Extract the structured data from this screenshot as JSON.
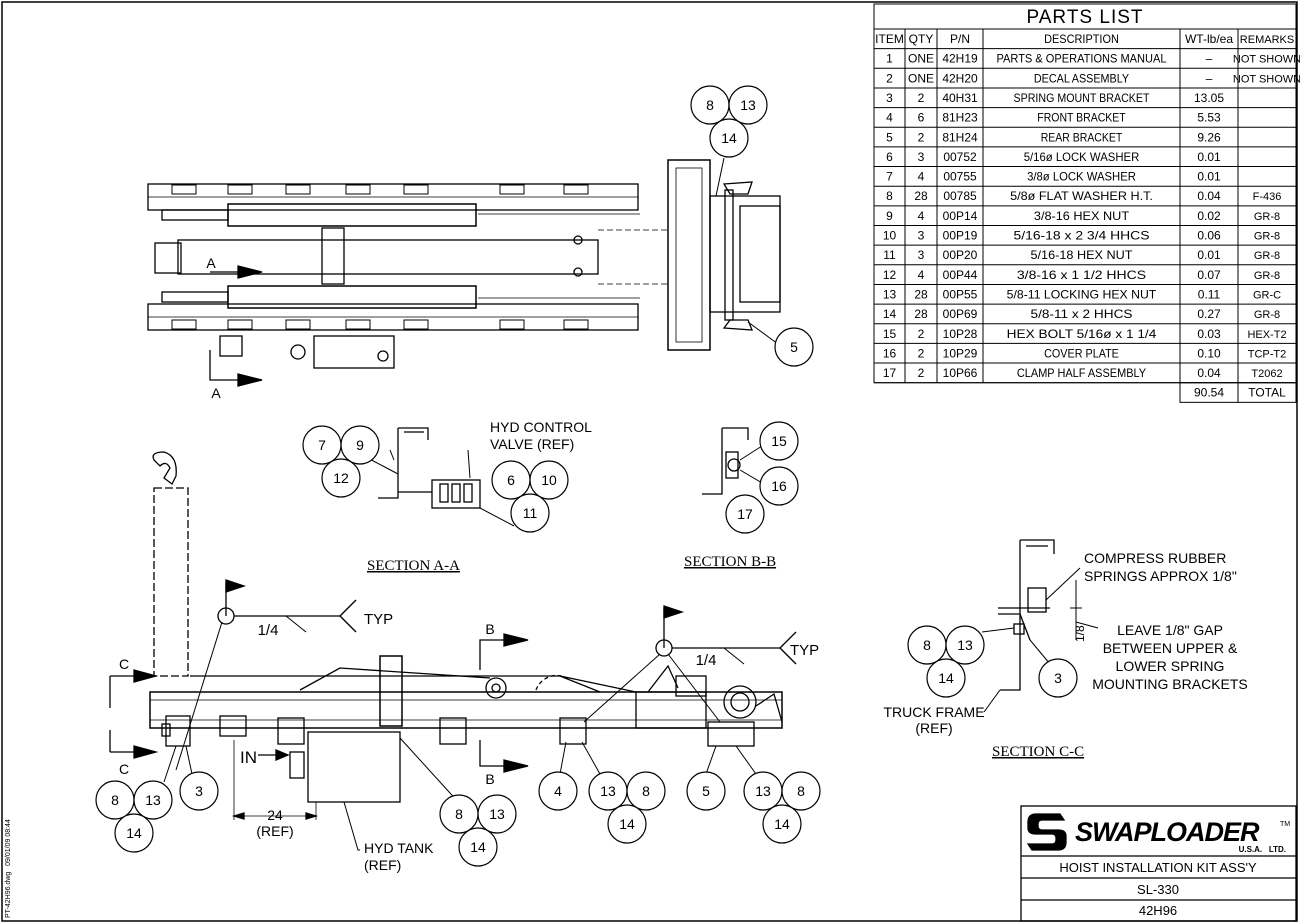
{
  "parts_list": {
    "title": "PARTS LIST",
    "headers": [
      "ITEM",
      "QTY",
      "P/N",
      "DESCRIPTION",
      "WT-lb/ea",
      "REMARKS"
    ],
    "rows": [
      [
        "1",
        "ONE",
        "42H19",
        "PARTS & OPERATIONS MANUAL",
        "–",
        "NOT SHOWN"
      ],
      [
        "2",
        "ONE",
        "42H20",
        "DECAL ASSEMBLY",
        "–",
        "NOT SHOWN"
      ],
      [
        "3",
        "2",
        "40H31",
        "SPRING MOUNT BRACKET",
        "13.05",
        ""
      ],
      [
        "4",
        "6",
        "81H23",
        "FRONT BRACKET",
        "5.53",
        ""
      ],
      [
        "5",
        "2",
        "81H24",
        "REAR BRACKET",
        "9.26",
        ""
      ],
      [
        "6",
        "3",
        "00752",
        "5/16ø LOCK WASHER",
        "0.01",
        ""
      ],
      [
        "7",
        "4",
        "00755",
        "3/8ø LOCK WASHER",
        "0.01",
        ""
      ],
      [
        "8",
        "28",
        "00785",
        "5/8ø FLAT WASHER H.T.",
        "0.04",
        "F-436"
      ],
      [
        "9",
        "4",
        "00P14",
        "3/8-16 HEX NUT",
        "0.02",
        "GR-8"
      ],
      [
        "10",
        "3",
        "00P19",
        "5/16-18 x 2 3/4 HHCS",
        "0.06",
        "GR-8"
      ],
      [
        "11",
        "3",
        "00P20",
        "5/16-18 HEX NUT",
        "0.01",
        "GR-8"
      ],
      [
        "12",
        "4",
        "00P44",
        "3/8-16 x 1 1/2 HHCS",
        "0.07",
        "GR-8"
      ],
      [
        "13",
        "28",
        "00P55",
        "5/8-11 LOCKING HEX NUT",
        "0.11",
        "GR-C"
      ],
      [
        "14",
        "28",
        "00P69",
        "5/8-11 x 2 HHCS",
        "0.27",
        "GR-8"
      ],
      [
        "15",
        "2",
        "10P28",
        "HEX BOLT 5/16ø x 1 1/4",
        "0.03",
        "HEX-T2"
      ],
      [
        "16",
        "2",
        "10P29",
        "COVER PLATE",
        "0.10",
        "TCP-T2"
      ],
      [
        "17",
        "2",
        "10P66",
        "CLAMP HALF ASSEMBLY",
        "0.04",
        "T2062"
      ]
    ],
    "total_weight": "90.54",
    "total_label": "TOTAL"
  },
  "title_block": {
    "brand": "SWAPLOADER",
    "tm": "TM",
    "brand_sub": "U.S.A.   LTD.",
    "title": "HOIST INSTALLATION KIT ASS'Y",
    "model": "SL-330",
    "part_number": "42H96"
  },
  "file_stamp": "PT-42H96.dwg   09/01/09 08:44",
  "top_view": {
    "section_a": "A",
    "balloons": [
      "8",
      "13",
      "14",
      "5"
    ]
  },
  "section_aa": {
    "caption": "SECTION A-A",
    "callout": "HYD CONTROL\nVALVE (REF)",
    "balloons": [
      "7",
      "9",
      "12",
      "6",
      "10",
      "11"
    ]
  },
  "section_bb": {
    "caption": "SECTION B-B",
    "balloons": [
      "15",
      "16",
      "17"
    ]
  },
  "section_cc": {
    "caption": "SECTION C-C",
    "note_compress": "COMPRESS RUBBER\nSPRINGS APPROX 1/8\"",
    "note_gap": "LEAVE 1/8\" GAP\nBETWEEN UPPER &\nLOWER SPRING\nMOUNTING BRACKETS",
    "dim": "1/8",
    "truck_frame": "TRUCK FRAME\n(REF)",
    "balloons": [
      "8",
      "13",
      "14",
      "3"
    ]
  },
  "side_view": {
    "weld_size": "1/4",
    "weld_typ": "TYP",
    "section_c": "C",
    "section_b": "B",
    "in_label": "IN",
    "dim_24": "24",
    "dim_ref": "(REF)",
    "hyd_tank": "HYD TANK\n(REF)",
    "balloon_groups": [
      [
        "8",
        "13",
        "14",
        "3"
      ],
      [
        "8",
        "13",
        "14"
      ],
      [
        "4",
        "13",
        "8",
        "14"
      ],
      [
        "5",
        "13",
        "8",
        "14"
      ]
    ]
  }
}
